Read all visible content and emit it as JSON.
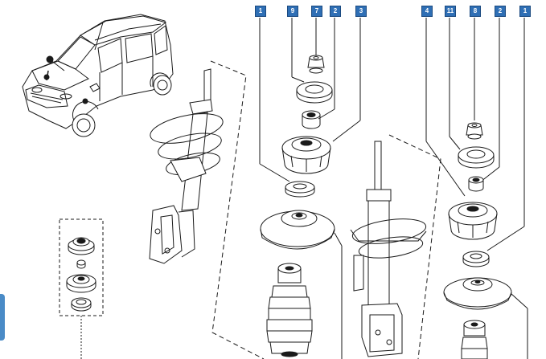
{
  "callouts": [
    {
      "id": "c1",
      "label": "1"
    },
    {
      "id": "c2",
      "label": "9"
    },
    {
      "id": "c3",
      "label": "7"
    },
    {
      "id": "c4",
      "label": "2"
    },
    {
      "id": "c5",
      "label": "3"
    },
    {
      "id": "c6",
      "label": "4"
    },
    {
      "id": "c7",
      "label": "11"
    },
    {
      "id": "c8",
      "label": "8"
    },
    {
      "id": "c9",
      "label": "2"
    },
    {
      "id": "c10",
      "label": "1"
    }
  ],
  "colors": {
    "line": "#1a1a1a",
    "callout_fill": "#2f6fb5",
    "callout_border": "#1b4a80",
    "edge_tab": "#4a8bc7"
  }
}
